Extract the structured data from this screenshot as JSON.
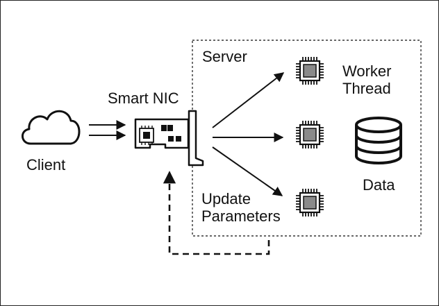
{
  "labels": {
    "client": "Client",
    "smart_nic": "Smart NIC",
    "server": "Server",
    "worker_thread": [
      "Worker",
      "Thread"
    ],
    "data": "Data",
    "update_parameters": [
      "Update",
      "Parameters"
    ]
  },
  "icons": {
    "client": "cloud-icon",
    "nic": "network-card-icon",
    "worker": "cpu-chip-icon",
    "data": "database-icon"
  },
  "colors": {
    "stroke": "#111111",
    "chip_core": "#8a8a8a",
    "background": "#ffffff"
  }
}
